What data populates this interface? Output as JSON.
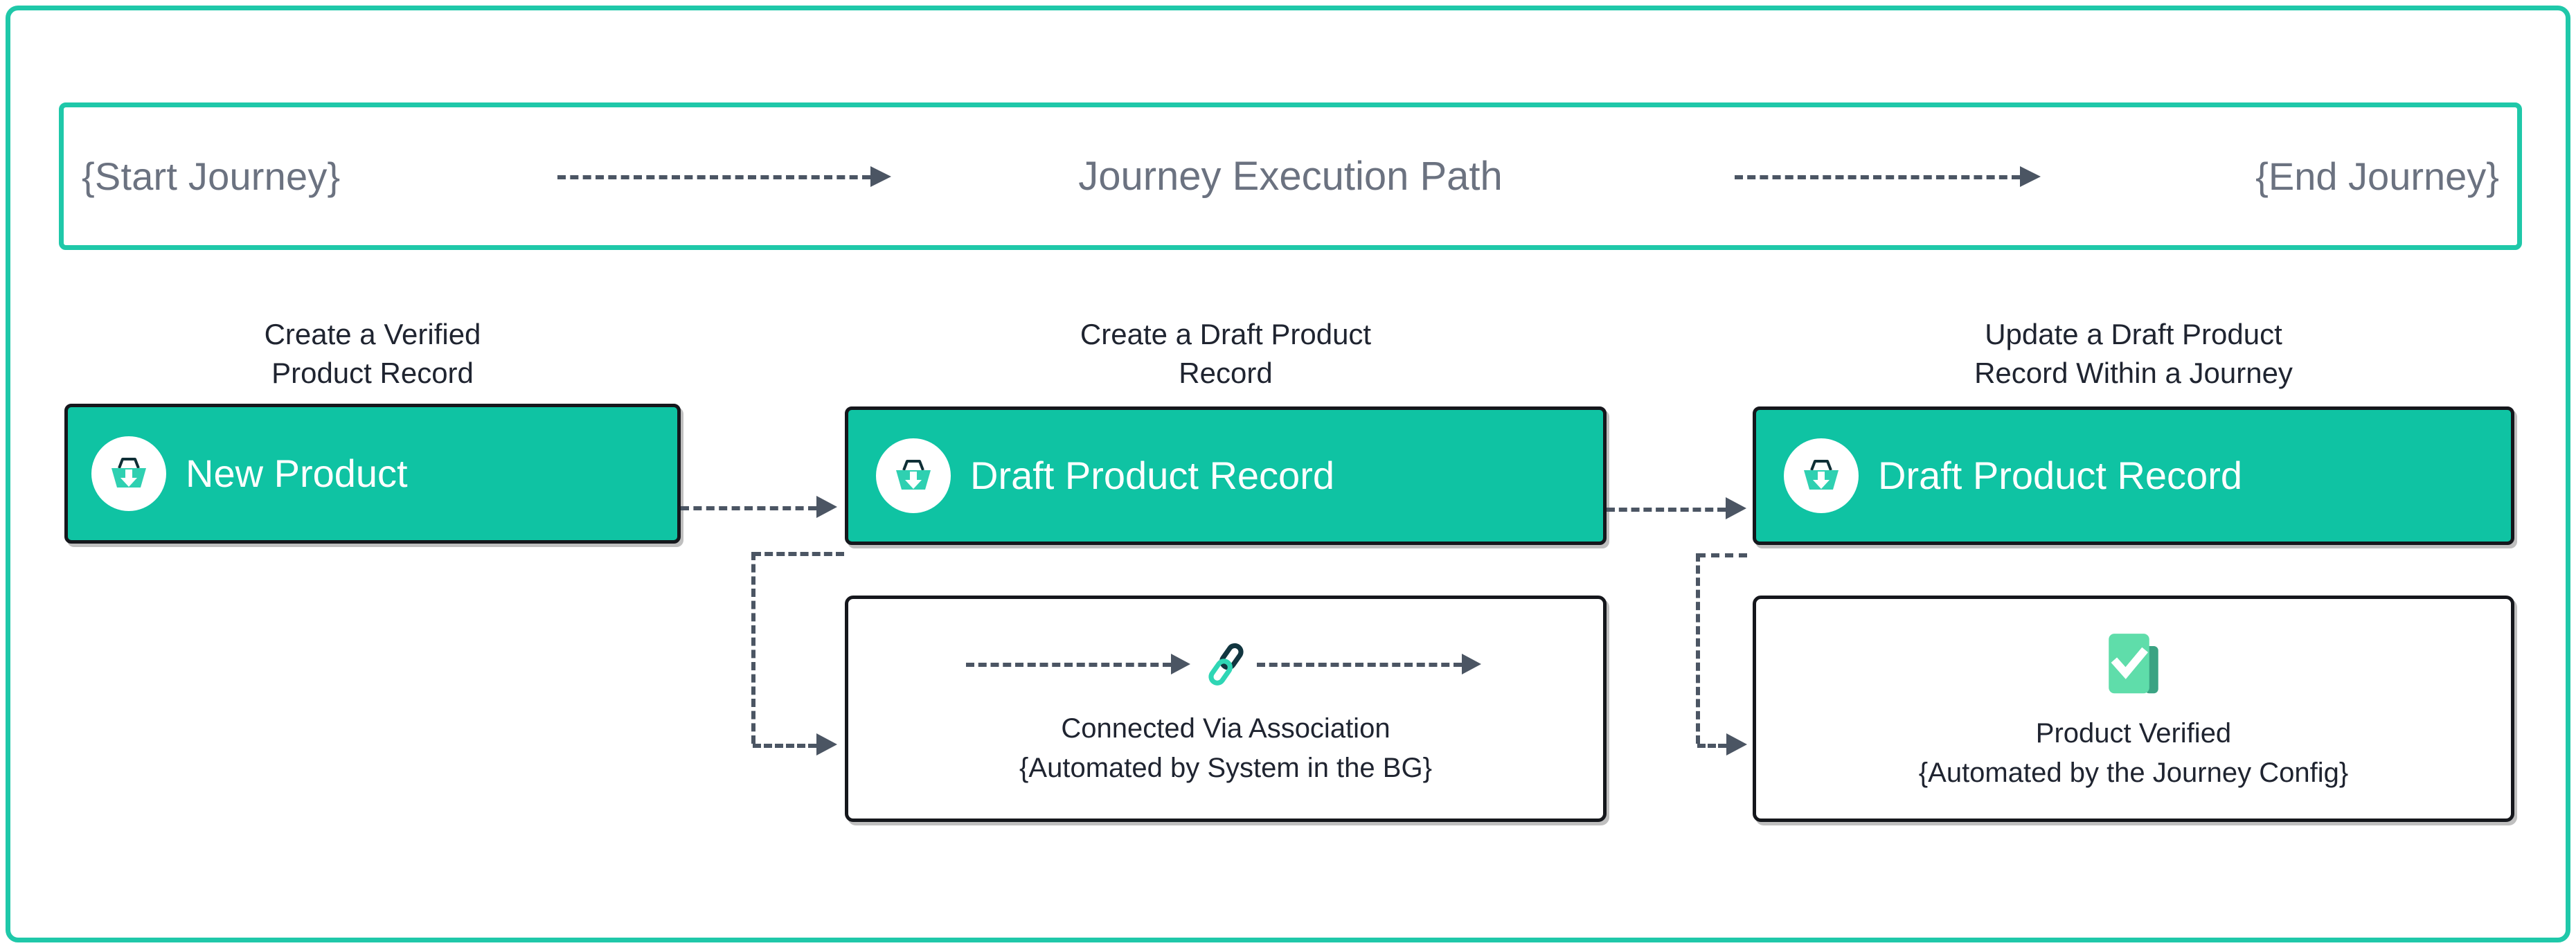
{
  "theme": {
    "accent": "#1fc8a9",
    "node_fill": "#0fc3a3",
    "node_border": "#15171c",
    "muted_text": "#6b7280",
    "body_text": "#1f2430",
    "connector": "#4b5563",
    "link_dark": "#123640",
    "link_teal": "#2fd6b5",
    "verify_green": "#5fddaa",
    "verify_green_dark": "#3aa383"
  },
  "journey_band": {
    "start_label": "{Start Journey}",
    "title": "Journey Execution Path",
    "end_label": "{End Journey}",
    "arrow_1_icon": "dashed-arrow-right-icon",
    "arrow_2_icon": "dashed-arrow-right-icon"
  },
  "columns": [
    {
      "caption": "Create a Verified\nProduct Record",
      "node": {
        "label": "New Product",
        "icon": "basket-download-icon"
      },
      "note": null
    },
    {
      "caption": "Create a Draft Product\nRecord",
      "node": {
        "label": "Draft Product Record",
        "icon": "basket-download-icon"
      },
      "note": {
        "icon": "link-chain-icon",
        "title": "Connected Via Association",
        "subtitle": "{Automated by System in the BG}",
        "left_arrow_icon": "dashed-arrow-right-icon",
        "right_arrow_icon": "dashed-arrow-right-icon"
      }
    },
    {
      "caption": "Update a Draft Product\nRecord Within a Journey",
      "node": {
        "label": "Draft Product Record",
        "icon": "basket-download-icon"
      },
      "note": {
        "icon": "verified-check-icon",
        "title": "Product Verified",
        "subtitle": "{Automated by the Journey Config}"
      }
    }
  ],
  "connectors": [
    {
      "from": "new-product",
      "to": "draft-product-record-1",
      "style": "dashed-straight"
    },
    {
      "from": "new-product",
      "to": "connected-via-association",
      "style": "dashed-elbow"
    },
    {
      "from": "draft-product-record-1",
      "to": "draft-product-record-2",
      "style": "dashed-straight"
    },
    {
      "from": "draft-product-record-1",
      "to": "product-verified",
      "style": "dashed-elbow"
    }
  ]
}
